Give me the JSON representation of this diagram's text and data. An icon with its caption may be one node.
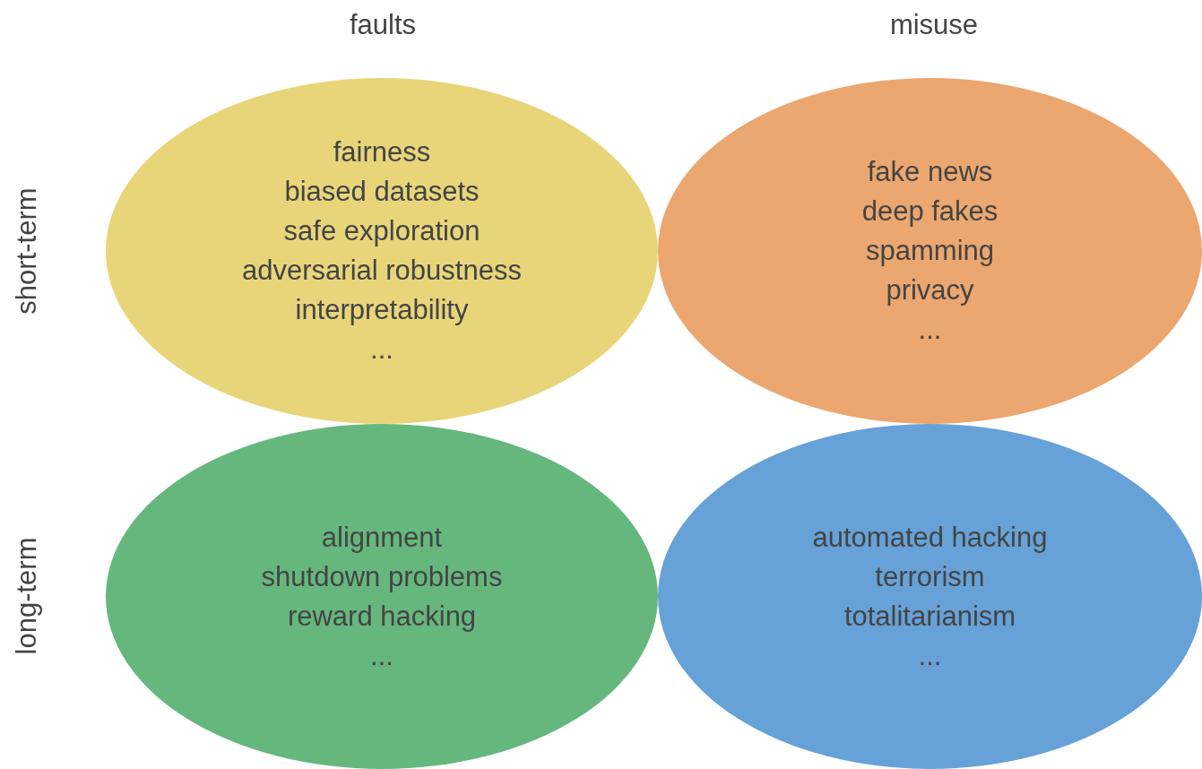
{
  "diagram": {
    "nodes": [
      {
        "text": [
          "fairness",
          "biased datasets",
          "safe exploration",
          "adversarial robustness",
          "interpretability",
          "..."
        ]
      },
      {
        "text": [
          "fake news",
          "deep fakes",
          "spamming",
          "privacy",
          "..."
        ]
      },
      {
        "text": [
          "alignment",
          "shutdown problems",
          "reward hacking",
          "..."
        ]
      },
      {
        "text": [
          "automated hacking",
          "terrorism",
          "totalitarianism",
          "..."
        ]
      }
    ],
    "labels": [
      "faults",
      "misuse",
      "short-term",
      "long-term"
    ]
  }
}
